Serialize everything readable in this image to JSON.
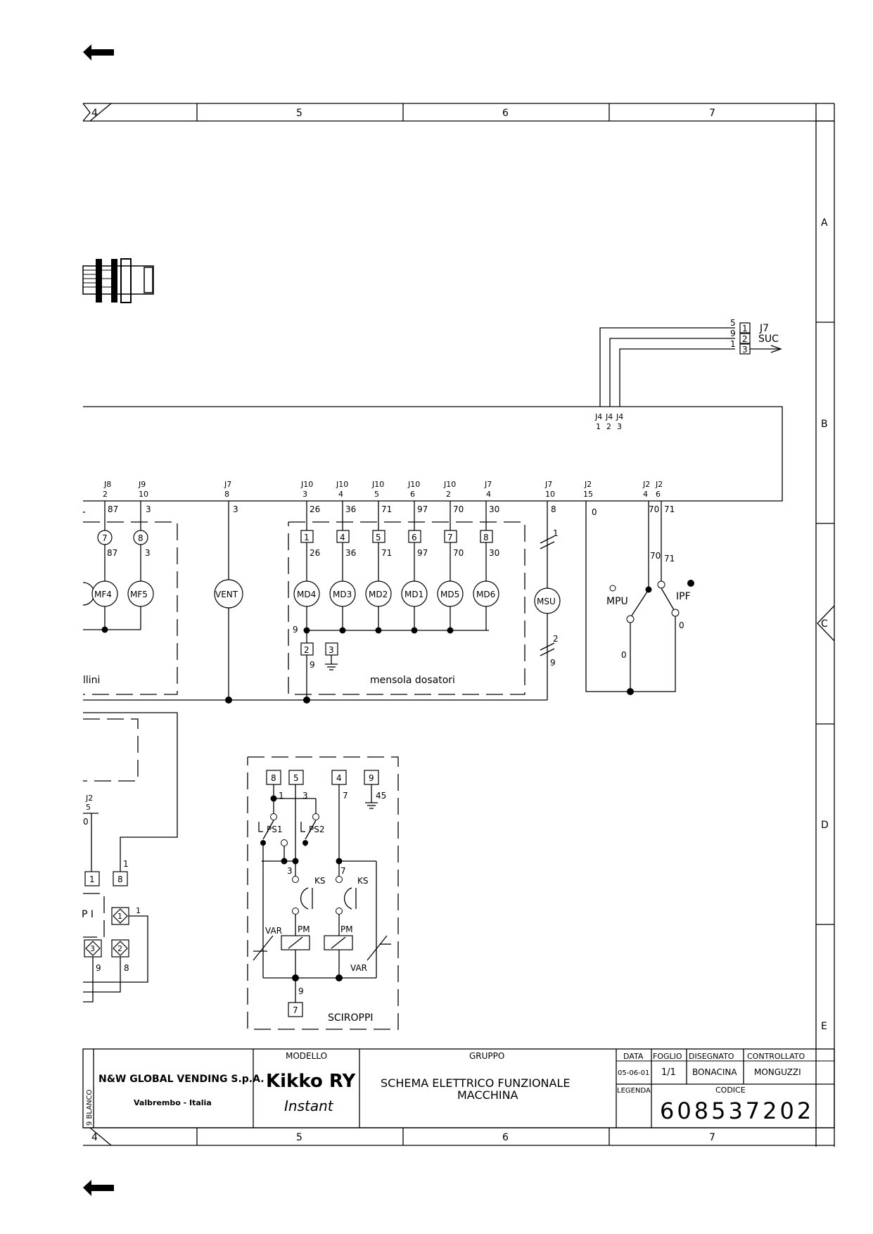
{
  "border": {
    "columns": [
      "4",
      "5",
      "6",
      "7"
    ],
    "rows": [
      "A",
      "B",
      "C",
      "D",
      "E"
    ]
  },
  "connector_j7": {
    "name": "J7",
    "sub": "SUC",
    "wires": [
      "5",
      "9",
      "1"
    ],
    "pins": [
      "1",
      "2",
      "3"
    ]
  },
  "j4_labels": {
    "name": "J4",
    "pins": [
      "1",
      "2",
      "3"
    ]
  },
  "bus_connectors": [
    {
      "conn": "J8",
      "pin": "2",
      "wire": "87"
    },
    {
      "conn": "J9",
      "pin": "10",
      "wire": "3"
    },
    {
      "conn": "J7",
      "pin": "8",
      "wire": "3"
    },
    {
      "conn": "J10",
      "pin": "3",
      "wire": "26"
    },
    {
      "conn": "J10",
      "pin": "4",
      "wire": "36"
    },
    {
      "conn": "J10",
      "pin": "5",
      "wire": "71"
    },
    {
      "conn": "J10",
      "pin": "6",
      "wire": "97"
    },
    {
      "conn": "J10",
      "pin": "2",
      "wire": "70"
    },
    {
      "conn": "J7",
      "pin": "4",
      "wire": "30"
    },
    {
      "conn": "J7",
      "pin": "10",
      "wire": "8"
    },
    {
      "conn": "J2",
      "pin": "15",
      "wire": "0"
    },
    {
      "conn": "J2",
      "pin": "4",
      "wire": "70"
    },
    {
      "conn": "J2",
      "pin": "6",
      "wire": "71"
    }
  ],
  "motors_left": [
    {
      "name": "MF4",
      "term": "7",
      "wire": "87"
    },
    {
      "name": "MF5",
      "term": "8",
      "wire": "3"
    }
  ],
  "vent": "VENT",
  "dosers": [
    {
      "name": "MD4",
      "term": "1",
      "wire": "26"
    },
    {
      "name": "MD3",
      "term": "4",
      "wire": "36"
    },
    {
      "name": "MD2",
      "term": "5",
      "wire": "71"
    },
    {
      "name": "MD1",
      "term": "6",
      "wire": "97"
    },
    {
      "name": "MD5",
      "term": "7",
      "wire": "70"
    },
    {
      "name": "MD6",
      "term": "8",
      "wire": "30"
    }
  ],
  "doser_common": {
    "wire": "9",
    "term_a": "2",
    "term_b": "3",
    "wire_b": "9"
  },
  "doser_group_label": "mensola dosatori",
  "left_group_label": "llini",
  "msu": {
    "name": "MSU",
    "top_mark": "1",
    "bottom_mark": "2",
    "wire_bottom": "9"
  },
  "switch": {
    "mpu": "MPU",
    "ipf": "IPF",
    "w70": "70",
    "w71": "71",
    "zero_a": "0",
    "zero_b": "0"
  },
  "lower_left": {
    "conn": "J2",
    "pin": "5",
    "wire": "0",
    "wire_1": "1",
    "terms": [
      "1",
      "8"
    ],
    "partial": "P I",
    "diamonds": [
      "1",
      "3",
      "2"
    ],
    "diamond_wire": "1",
    "wires_bottom": [
      "9",
      "8"
    ]
  },
  "sciroppi": {
    "title": "SCIROPPI",
    "top_terms": [
      "8",
      "5",
      "4",
      "9"
    ],
    "top_wires": [
      "1",
      "3",
      "7",
      "45"
    ],
    "ps": [
      "PS1",
      "PS2"
    ],
    "mid_wires": [
      "3",
      "7"
    ],
    "ks": [
      "KS",
      "KS"
    ],
    "var": [
      "VAR",
      "VAR"
    ],
    "pm": [
      "PM",
      "PM"
    ],
    "bottom_wire": "9",
    "bottom_term": "7"
  },
  "titleblock": {
    "company": "N&W GLOBAL VENDING S.p.A.",
    "location": "Valbrembo - Italia",
    "side": "9 BLANCO",
    "modello_label": "MODELLO",
    "model": "Kikko RY",
    "model_sub": "Instant",
    "gruppo_label": "GRUPPO",
    "group_line1": "SCHEMA ELETTRICO FUNZIONALE",
    "group_line2": "MACCHINA",
    "data_label": "DATA",
    "data": "05-06-01",
    "foglio_label": "FOGLIO",
    "foglio": "1/1",
    "disegnato_label": "DISEGNATO",
    "disegnato": "BONACINA",
    "controllato_label": "CONTROLLATO",
    "controllato": "MONGUZZI",
    "legenda_label": "LEGENDA",
    "codice_label": "CODICE",
    "codice": "608537202"
  }
}
